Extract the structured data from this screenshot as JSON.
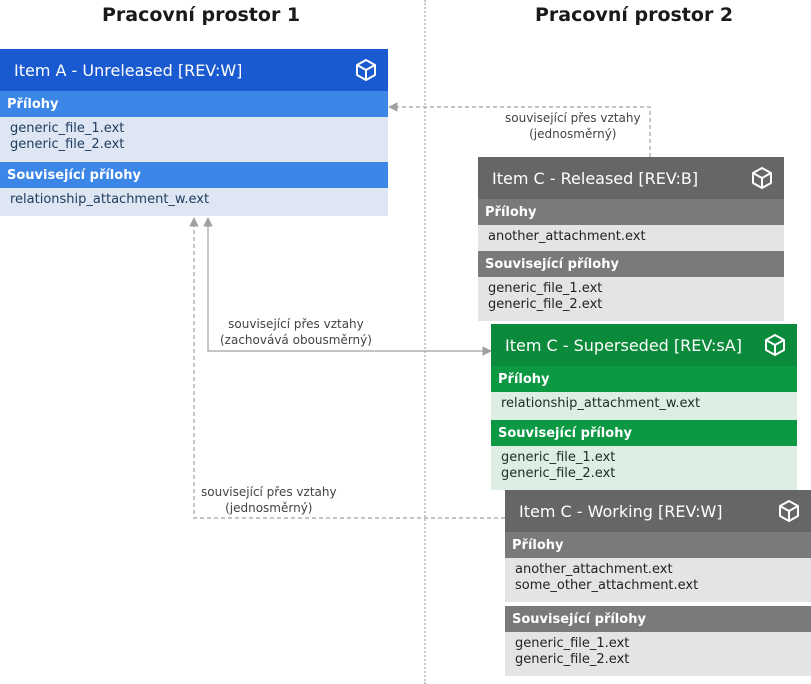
{
  "workspaces": [
    {
      "title": "Pracovní prostor 1"
    },
    {
      "title": "Pracovní prostor 2"
    }
  ],
  "icons": {
    "card": "cube-icon"
  },
  "colors": {
    "blue": "#1a5ad1",
    "gray": "#666666",
    "green": "#0a8a3a",
    "connector": "#a0a0a0"
  },
  "cards": {
    "item_a": {
      "title": "Item A - Unreleased [REV:W]",
      "attachments_label": "Přílohy",
      "attachments": [
        "generic_file_1.ext",
        "generic_file_2.ext"
      ],
      "related_label": "Související přílohy",
      "related": [
        "relationship_attachment_w.ext"
      ]
    },
    "item_c_released": {
      "title": "Item C - Released [REV:B]",
      "attachments_label": "Přílohy",
      "attachments": [
        "another_attachment.ext"
      ],
      "related_label": "Související přílohy",
      "related": [
        "generic_file_1.ext",
        "generic_file_2.ext"
      ]
    },
    "item_c_superseded": {
      "title": "Item C - Superseded [REV:sA]",
      "attachments_label": "Přílohy",
      "attachments": [
        "relationship_attachment_w.ext"
      ],
      "related_label": "Související přílohy",
      "related": [
        "generic_file_1.ext",
        "generic_file_2.ext"
      ]
    },
    "item_c_working": {
      "title": "Item C - Working [REV:W]",
      "attachments_label": "Přílohy",
      "attachments": [
        "another_attachment.ext",
        "some_other_attachment.ext"
      ],
      "related_label": "Související přílohy",
      "related": [
        "generic_file_1.ext",
        "generic_file_2.ext"
      ]
    }
  },
  "notes": {
    "top_right": {
      "line1": "související přes vztahy",
      "line2": "(jednosměrný)"
    },
    "middle": {
      "line1": "související přes vztahy",
      "line2": "(zachovává obousměrný)"
    },
    "bottom_left": {
      "line1": "související přes vztahy",
      "line2": "(jednosměrný)"
    }
  }
}
